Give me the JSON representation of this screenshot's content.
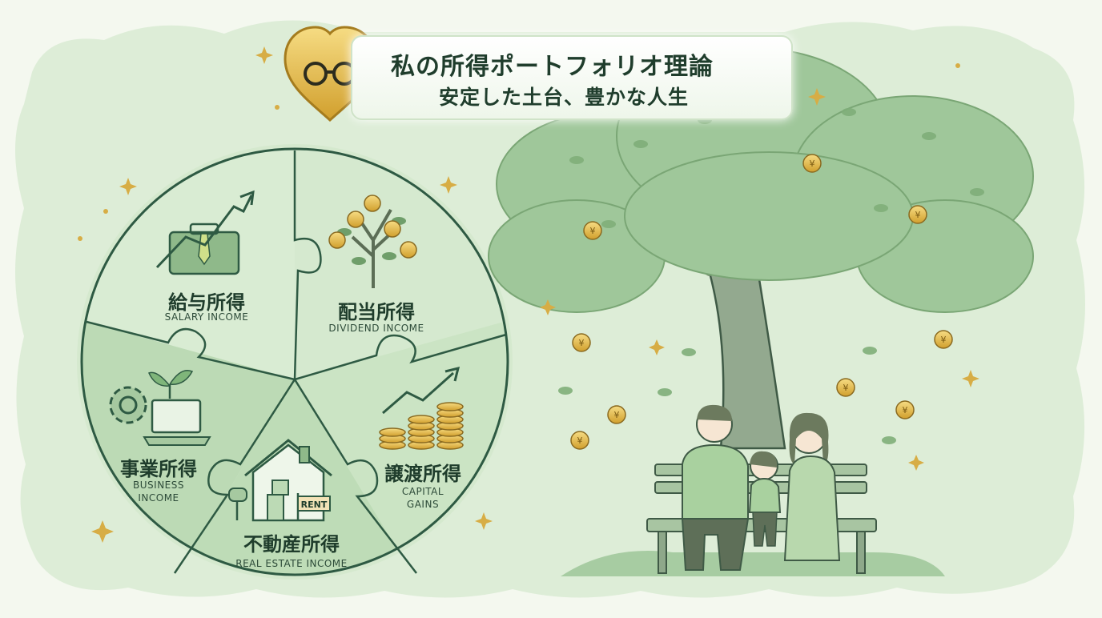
{
  "title": {
    "main": "私の所得ポートフォリオ理論",
    "sub": "安定した土台、豊かな人生"
  },
  "segments": [
    {
      "id": "salary",
      "jp": "給与所得",
      "en": "SALARY INCOME"
    },
    {
      "id": "dividend",
      "jp": "配当所得",
      "en": "DIVIDEND INCOME"
    },
    {
      "id": "business",
      "jp": "事業所得",
      "en_line1": "BUSINESS",
      "en_line2": "INCOME"
    },
    {
      "id": "capital",
      "jp": "譲渡所得",
      "en_line1": "CAPITAL",
      "en_line2": "GAINS"
    },
    {
      "id": "realestate",
      "jp": "不動産所得",
      "en": "REAL ESTATE INCOME"
    }
  ],
  "sign_text": "RENT",
  "coin_symbol": "¥",
  "colors": {
    "background": "#f4f8ef",
    "cloud": "#d3e8cc",
    "pie_light": "#d7ebd1",
    "pie_dark": "#b9d9b3",
    "outline": "#2e5a43",
    "gold": "#e2b74a",
    "foliage": "#9fc79a",
    "trunk": "#8ea28a"
  },
  "icons": [
    "heart-glasses-icon",
    "briefcase-icon",
    "trend-arrow-icon",
    "money-tree-icon",
    "gear-icon",
    "laptop-icon",
    "sprout-icon",
    "coin-stack-icon",
    "house-icon",
    "mailbox-icon",
    "rent-sign-icon",
    "sparkle-icon",
    "coin-icon",
    "leaf-icon"
  ]
}
